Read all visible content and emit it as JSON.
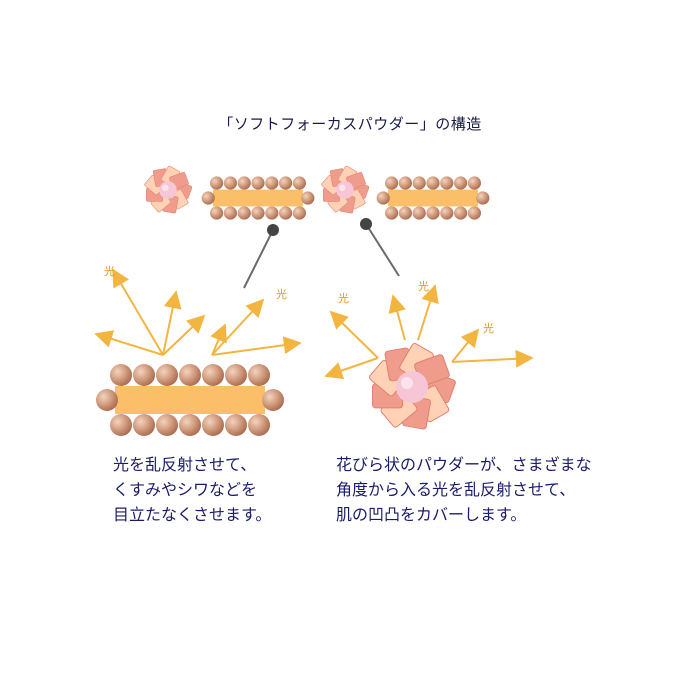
{
  "title": "「ソフトフォーカスパウダー」の構造",
  "light_label": "光",
  "caption_left": {
    "lines": [
      "光を乱反射させて、",
      "くすみやシワなどを",
      "目立たなくさせます。"
    ]
  },
  "caption_right": {
    "lines": [
      "花びら状のパウダーが、さまざまな",
      "角度から入る光を乱反射させて、",
      "肌の凹凸をカバーします。"
    ]
  },
  "colors": {
    "bead": "#c88a6e",
    "bar": "#fbbf6a",
    "arrow": "#f2b640",
    "petal_pink": "#f09c8c",
    "petal_light": "#ffd2b6",
    "petal_center": "#f6c6d6",
    "pointer": "#555555"
  }
}
